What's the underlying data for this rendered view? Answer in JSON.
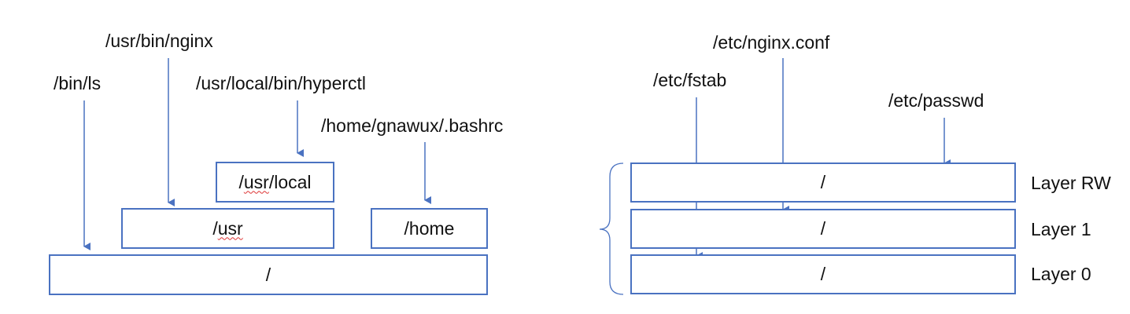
{
  "left": {
    "paths": {
      "bin_ls": "/bin/ls",
      "usr_bin_nginx": "/usr/bin/nginx",
      "usr_local_bin_hyperctl": "/usr/local/bin/hyperctl",
      "home_bashrc": "/home/gnawux/.bashrc"
    },
    "boxes": {
      "usr_local_prefix": "/",
      "usr_local_usr": "usr",
      "usr_local_suffix": "/local",
      "usr_prefix": "/",
      "usr_usr": "usr",
      "home": "/home",
      "root": "/"
    }
  },
  "right": {
    "paths": {
      "etc_fstab": "/etc/fstab",
      "etc_nginx_conf": "/etc/nginx.conf",
      "etc_passwd": "/etc/passwd"
    },
    "layers": [
      {
        "box": "/",
        "label": "Layer RW"
      },
      {
        "box": "/",
        "label": "Layer 1"
      },
      {
        "box": "/",
        "label": "Layer 0"
      }
    ]
  },
  "colors": {
    "line": "#4a72c1",
    "text": "#111111",
    "spellcheck": "#dd3333"
  }
}
